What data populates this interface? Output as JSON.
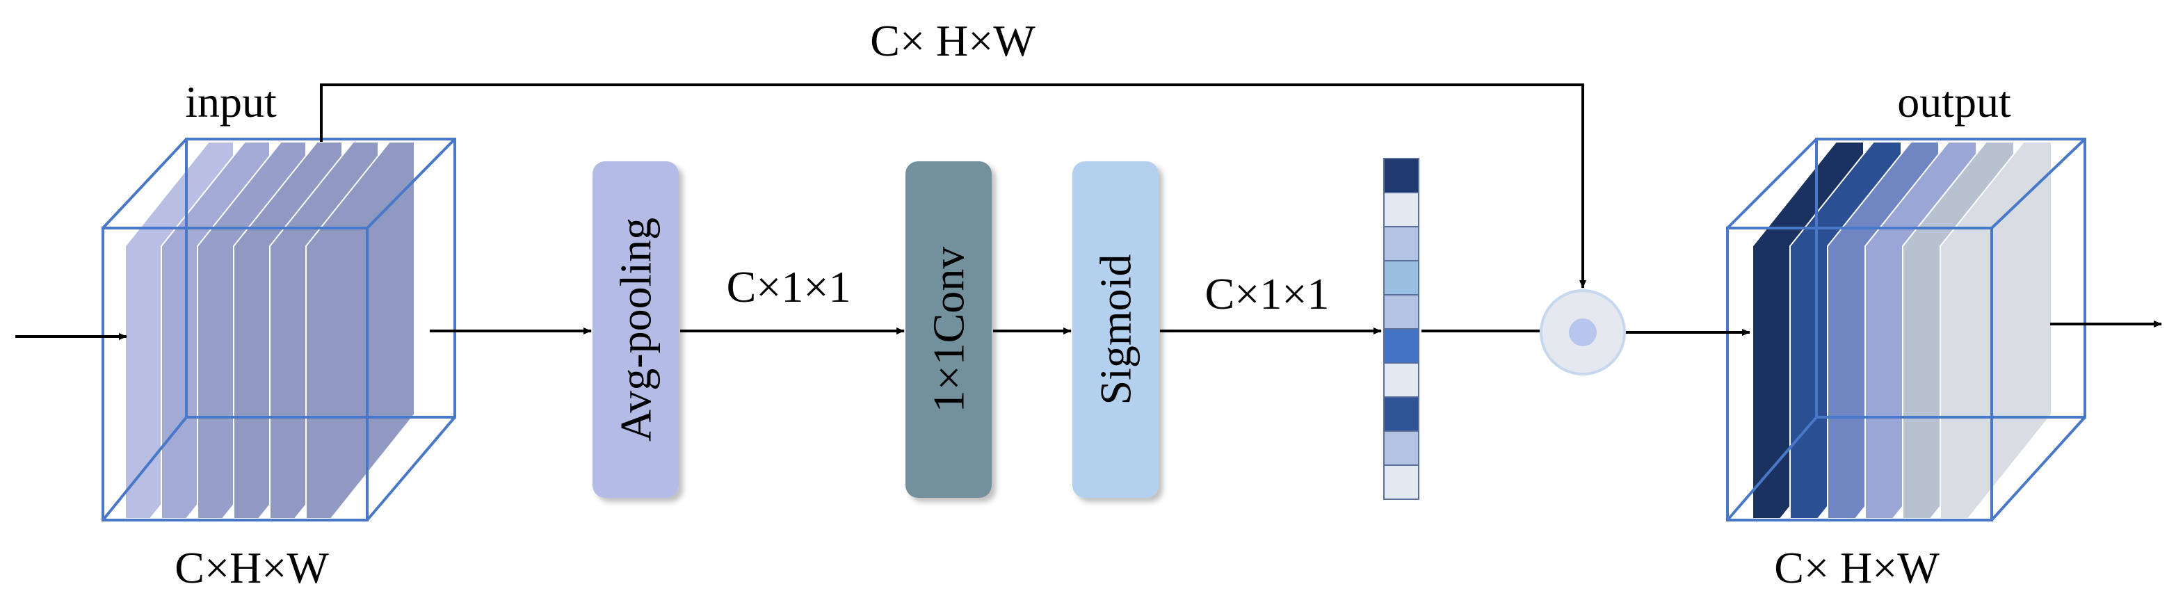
{
  "labels": {
    "input": "input",
    "output": "output",
    "input_dims": "C×H×W",
    "skip_dims": "C× H×W",
    "output_dims": "C× H×W",
    "pool_dims": "C×1×1",
    "sigmoid_dims": "C×1×1"
  },
  "blocks": {
    "avgpool": "Avg-pooling",
    "conv": "1×1Conv",
    "sigmoid": "Sigmoid"
  },
  "colors": {
    "avgpool": "#b4bce6",
    "conv": "#72919c",
    "sigmoid": "#b3d0ee",
    "cube_edge": "#4a78c8",
    "input_slices": [
      "#b9bfe4",
      "#a3aad6",
      "#959fc9",
      "#8f99c2",
      "#8f99c2",
      "#8f99c2"
    ],
    "output_slices": [
      "#1b3160",
      "#2a4f92",
      "#6f86c2",
      "#9aa7d6",
      "#b8c1d0",
      "#d7dde2"
    ],
    "weight_cells": [
      "#1f3a6e",
      "#e3e9f3",
      "#b3c3e4",
      "#9bbfe0",
      "#b3c3e4",
      "#4472c4",
      "#e3e9f3",
      "#2f5597",
      "#b3c3e4",
      "#e3e9f3"
    ]
  },
  "icons": {
    "multiply": "elementwise-multiply-icon"
  }
}
